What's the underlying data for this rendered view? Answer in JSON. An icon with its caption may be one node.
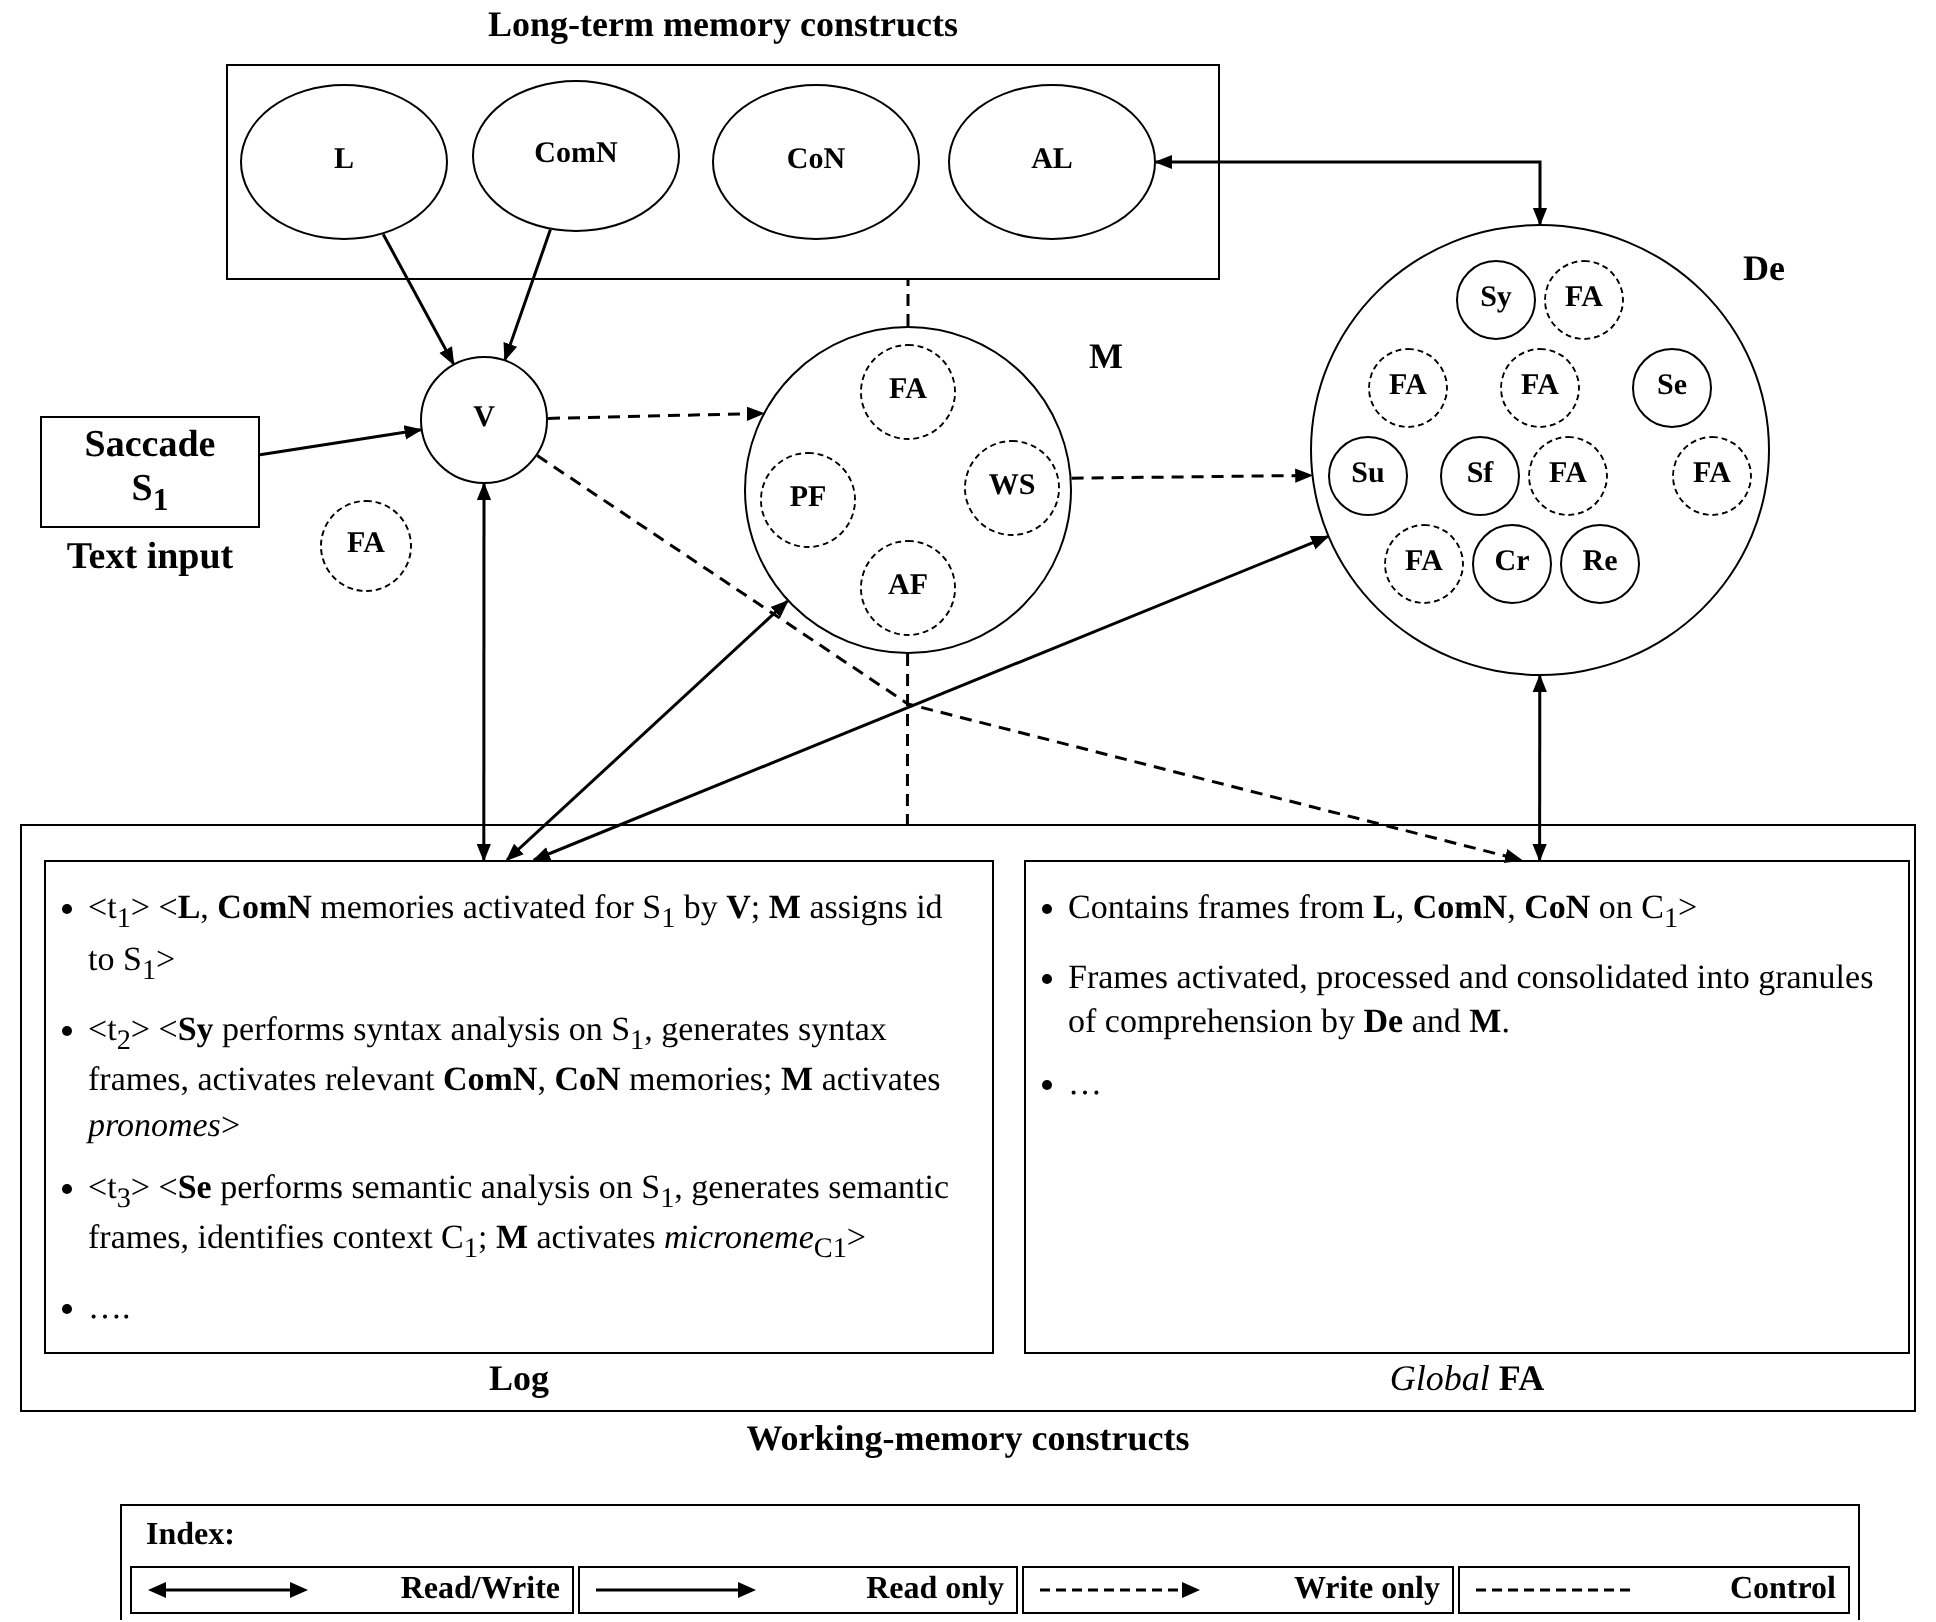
{
  "diagram": {
    "nodes": [
      {
        "text": [
          "Long-term memory constructs"
        ]
      },
      {
        "text": [
          "L"
        ],
        "in": 0
      },
      {
        "text": [
          "ComN"
        ],
        "in": 0
      },
      {
        "text": [
          "CoN"
        ],
        "in": 0
      },
      {
        "text": [
          "AL"
        ],
        "in": 0
      },
      {
        "text": [
          "Saccade S$_{1}$"
        ],
        "beside": [
          "Text input"
        ]
      },
      {
        "text": [
          "V"
        ]
      },
      {
        "text": [
          "FA"
        ]
      },
      {
        "text": [
          "M"
        ]
      },
      {
        "text": [
          "FA"
        ],
        "in": 8
      },
      {
        "text": [
          "PF"
        ],
        "in": 8
      },
      {
        "text": [
          "WS"
        ],
        "in": 8
      },
      {
        "text": [
          "AF"
        ],
        "in": 8
      },
      {
        "text": [
          "De"
        ]
      },
      {
        "text": [
          "Sy"
        ],
        "in": 13
      },
      {
        "text": [
          "FA"
        ],
        "in": 13
      },
      {
        "text": [
          "FA"
        ],
        "in": 13
      },
      {
        "text": [
          "Su"
        ],
        "in": 13
      },
      {
        "text": [
          "Se"
        ],
        "in": 13
      },
      {
        "text": [
          "Sf"
        ],
        "in": 13
      },
      {
        "text": [
          "FA"
        ],
        "in": 13
      },
      {
        "text": [
          "FA"
        ],
        "in": 13
      },
      {
        "text": [
          "FA"
        ],
        "in": 13
      },
      {
        "text": [
          "Cr"
        ],
        "in": 13
      },
      {
        "text": [
          "Re"
        ],
        "in": 13
      },
      {
        "text": [
          "FA"
        ],
        "in": 13
      },
      {
        "text": [
          "Working-memory constructs"
        ]
      },
      {
        "text": [
          "<t$_{1}$> <**L**, **ComN** memories activated for S$_{1}$ by **V**; **M** assigns id to S$_{1}$>",
          "<t$_{2}$> <**Sy** performs syntax analysis on S$_{1}$, generates syntax frames, activates relevant **ComN**, **CoN** memories; **M** activates *pronomes*>",
          "<t$_{3}$> <**Se** performs semantic analysis on S$_{1}$, generates semantic frames, identifies context C$_{1}$; **M** activates *microneme*$_{C1}$>",
          "….",
          "Log"
        ],
        "in": 26
      },
      {
        "text": [
          "Contains frames from **L**, **ComN**, **CoN** on C$_{1}$>",
          "Frames activated, processed and consolidated into granules of comprehension by **De** and **M**.",
          "…",
          "*Global* **FA**"
        ],
        "in": 26
      }
    ],
    "edges": [
      {
        "from": 1,
        "to": 6,
        "arrow": "to"
      },
      {
        "from": 2,
        "to": 6,
        "arrow": "to"
      },
      {
        "from": 5,
        "to": 6,
        "arrow": "to"
      },
      {
        "from": 4,
        "to": 13,
        "arrow": "both"
      },
      {
        "from": 6,
        "to": 8,
        "arrow": "to",
        "style": "dashed"
      },
      {
        "from": 8,
        "to": 13,
        "arrow": "to",
        "style": "dashed"
      },
      {
        "from": 6,
        "to": 27,
        "arrow": "both"
      },
      {
        "from": 27,
        "to": 8,
        "arrow": "both"
      },
      {
        "from": 27,
        "to": 13,
        "arrow": "both"
      },
      {
        "from": 6,
        "to": 28,
        "arrow": "to",
        "style": "dashed"
      },
      {
        "from": 13,
        "to": 28,
        "arrow": "both"
      },
      {
        "from": 8,
        "to": 26,
        "arrow": "none",
        "style": "dashed"
      },
      {
        "from": 8,
        "to": 0,
        "arrow": "none",
        "style": "dashed"
      }
    ],
    "labels": [
      "Index:"
    ],
    "legend": [
      {
        "text": "Read/Write"
      },
      {
        "text": "Read only"
      },
      {
        "text": "Write only"
      },
      {
        "text": "Control"
      }
    ]
  }
}
